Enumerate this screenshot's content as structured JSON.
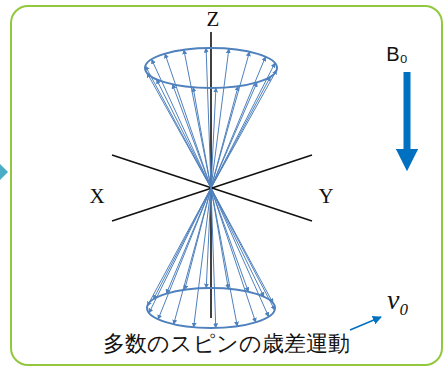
{
  "diagram": {
    "nodes": [
      {
        "text": [
          "多数のスピンの歳差運動"
        ]
      }
    ],
    "labels": [
      "Z",
      "X",
      "Y",
      "B₀",
      "ν₀"
    ]
  }
}
